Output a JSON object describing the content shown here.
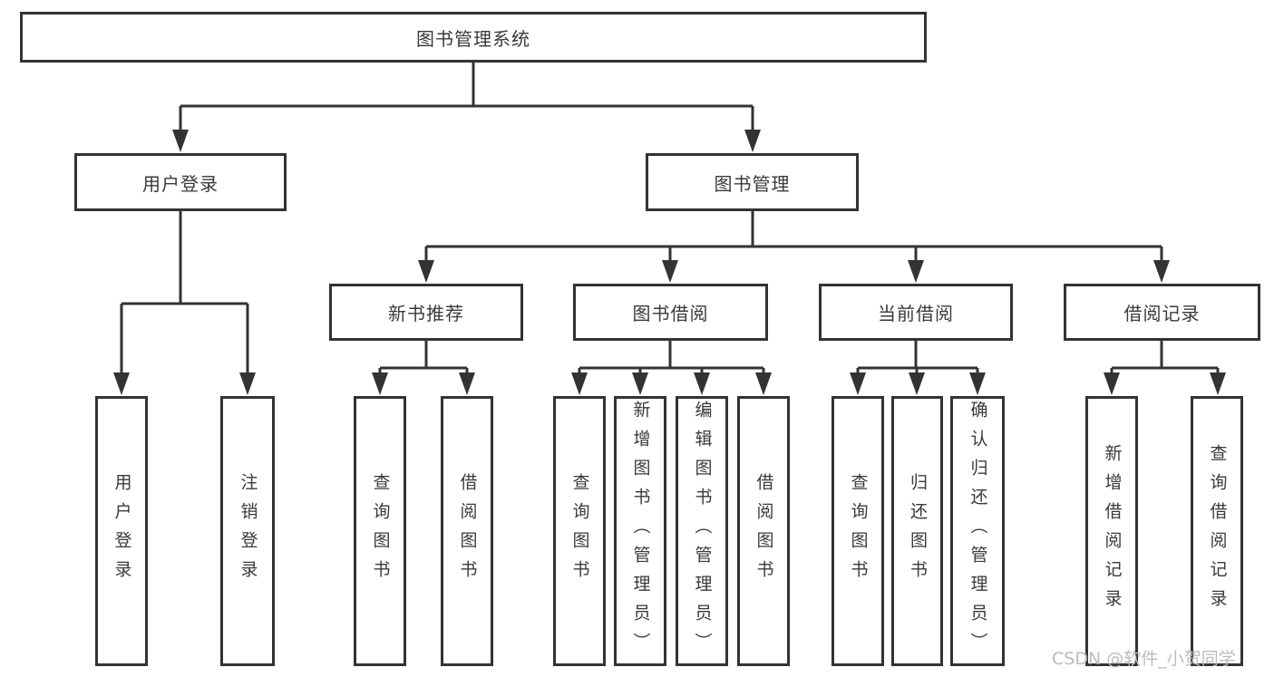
{
  "diagram": {
    "watermark": "CSDN @软件_小贺同学",
    "line_color": "#333333",
    "background": "#ffffff",
    "tree": {
      "root": "图书管理系统",
      "children": [
        {
          "label": "用户登录",
          "children": [
            "用户登录",
            "注销登录"
          ]
        },
        {
          "label": "图书管理",
          "children": [
            {
              "label": "新书推荐",
              "children": [
                "查询图书",
                "借阅图书"
              ]
            },
            {
              "label": "图书借阅",
              "children": [
                "查询图书",
                "新增图书（管理员）",
                "编辑图书（管理员）",
                "借阅图书"
              ]
            },
            {
              "label": "当前借阅",
              "children": [
                "查询图书",
                "归还图书",
                "确认归还（管理员）"
              ]
            },
            {
              "label": "借阅记录",
              "children": [
                "新增借阅记录",
                "查询借阅记录"
              ]
            }
          ]
        }
      ]
    }
  }
}
